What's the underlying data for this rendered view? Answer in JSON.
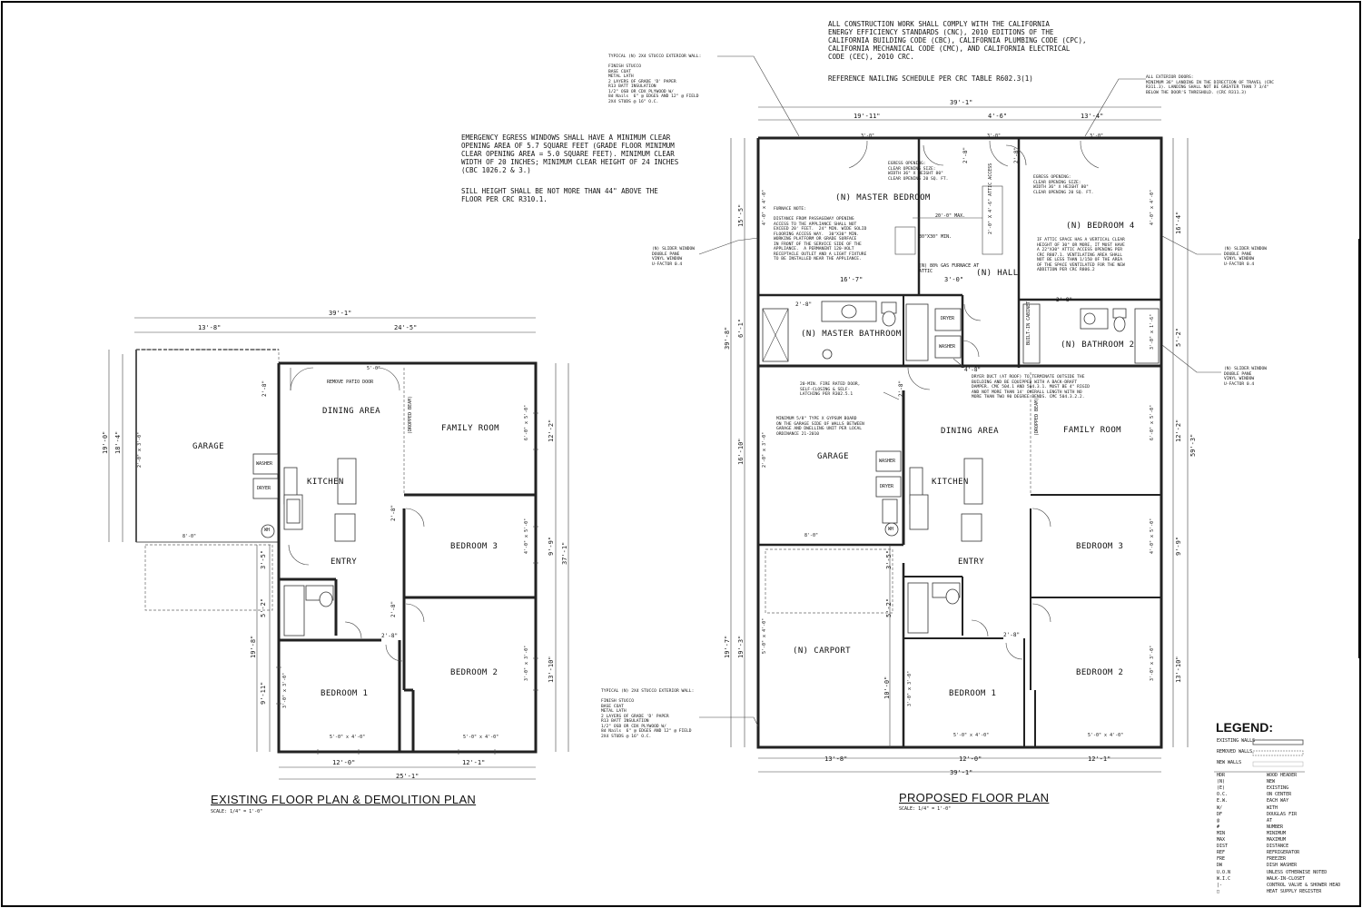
{
  "existing": {
    "title": "EXISTING FLOOR PLAN & DEMOLITION PLAN",
    "scale": "SCALE: 1/4\" = 1'-0\"",
    "rooms": {
      "garage": "GARAGE",
      "dining": "DINING AREA",
      "family": "FAMILY ROOM",
      "kitchen": "KITCHEN",
      "entry": "ENTRY",
      "bedroom3": "BEDROOM 3",
      "bedroom2": "BEDROOM 2",
      "bedroom1": "BEDROOM 1",
      "washer": "WASHER",
      "dryer": "DRYER",
      "wh": "WH",
      "soffit": "(DROPPED BEAM)",
      "remove_patio": "REMOVE PATIO DOOR"
    },
    "dims": {
      "top_overall": "39'-1\"",
      "top_left": "13'-8\"",
      "top_right": "24'-5\"",
      "bottom_left": "12'-0\"",
      "bottom_right": "12'-1\"",
      "bottom_overall": "25'-1\"",
      "left_a": "19'-0\"",
      "left_b": "18'-4\"",
      "left_c": "3'-5\"",
      "left_d": "5'-2\"",
      "left_e": "19'-8\"",
      "left_f": "9'-11\"",
      "right_a": "12'-2\"",
      "right_b": "9'-9\"",
      "right_c": "37'-1\"",
      "right_d": "13'-10\"",
      "door_a": "2'-8\"",
      "door_b": "2'-8\"",
      "door_c": "2'-8\"",
      "door_d": "2'-8\"",
      "door_e": "5'-0\"",
      "win_garage": "8'-0\"",
      "win_b1": "5'-0\" x 4'-0\"",
      "win_b2": "5'-0\" x 4'-0\"",
      "win_fr": "6'-0\" x 5'-0\"",
      "win_b3": "4'-0\" x 5'-0\"",
      "win_b2s": "3'-0\" x 3'-0\"",
      "win_b1s": "3'-0\" x 3'-0\"",
      "win_gar_side": "2'-0\" x 3'-0\""
    }
  },
  "proposed": {
    "title": "PROPOSED FLOOR PLAN",
    "scale": "SCALE: 1/4\" = 1'-0\"",
    "rooms": {
      "master_bedroom": "(N) MASTER BEDROOM",
      "bedroom4": "(N) BEDROOM 4",
      "hall": "(N) HALL",
      "master_bath": "(N) MASTER BATHROOM",
      "bathroom2": "(N) BATHROOM 2",
      "garage": "GARAGE",
      "dining": "DINING AREA",
      "family": "FAMILY ROOM",
      "kitchen": "KITCHEN",
      "entry": "ENTRY",
      "bedroom3": "BEDROOM 3",
      "bedroom2": "BEDROOM 2",
      "bedroom1": "BEDROOM 1",
      "carport": "(N) CARPORT",
      "washer": "WASHER",
      "dryer": "DRYER",
      "wh": "WH",
      "soffit": "(DROPPED BEAM)",
      "linen": "BUILT-IN CABINET",
      "attic": "2'-0\" X 4'-6\" ATTIC ACCESS",
      "furnace_dim": "20'-0\" MAX.",
      "platform": "30\"X30\" MIN.",
      "furnace": "(N) 80% GAS FURNACE AT ATTIC"
    },
    "dims": {
      "top_overall": "39'-1\"",
      "top_a": "19'-11\"",
      "top_b": "4'-6\"",
      "top_c": "13'-4\"",
      "mb_width": "16'-7\"",
      "hall_w": "3'-0\"",
      "bottom_a": "13'-8\"",
      "bottom_b": "12'-0\"",
      "bottom_c": "12'-1\"",
      "bottom_overall": "39'-1\"",
      "left_a": "15'-5\"",
      "left_b": "39'-8\"",
      "left_c": "6'-1\"",
      "left_d": "16'-10\"",
      "left_e": "19'-7\"",
      "left_f": "19'-3\"",
      "left_g": "3'-5\"",
      "left_h": "5'-2\"",
      "left_i": "10'-0\"",
      "right_a": "16'-4\"",
      "right_b": "5'-2\"",
      "right_c": "12'-2\"",
      "right_d": "59'-3\"",
      "right_e": "9'-9\"",
      "right_f": "13'-10\"",
      "d1": "2'-8\"",
      "d2": "2'-8\"",
      "d3": "2'-8\"",
      "d4": "2'-8\"",
      "d5": "2'-8\"",
      "d6": "4'-8\"",
      "d7": "3'-0\"",
      "d8": "3'-0\"",
      "d9": "3'-0\"",
      "d10": "2'-8\"",
      "win_mb": "4'-0\" x 4'-0\"",
      "win_b4": "4'-0\" x 4'-0\"",
      "win_ba2": "3'-0\" x 1'-6\"",
      "win_gar": "8'-0\"",
      "win_car": "5'-0\" x 4'-0\"",
      "win_b1": "5'-0\" x 4'-0\"",
      "win_b2": "5'-0\" x 4'-0\"",
      "win_b1s": "3'-0\" x 3'-0\"",
      "win_b2s": "3'-0\" x 3'-0\"",
      "win_b3": "4'-0\" x 5'-0\"",
      "win_fr": "6'-0\" x 5'-0\"",
      "win_gside": "2'-0\" x 3'-0\""
    }
  },
  "notes": {
    "code_compliance": "ALL CONSTRUCTION WORK SHALL COMPLY WITH THE CALIFORNIA\nENERGY EFFICIENCY STANDARDS (CNC), 2010 EDITIONS OF THE\nCALIFORNIA BUILDING CODE (CBC), CALIFORNIA PLUMBING CODE (CPC),\nCALIFORNIA MECHANICAL CODE (CMC), AND CALIFORNIA ELECTRICAL\nCODE (CEC), 2010 CRC.",
    "nailing": "REFERENCE NAILING SCHEDULE PER CRC TABLE R602.3(1)",
    "egress": "EMERGENCY EGRESS WINDOWS SHALL HAVE A MINIMUM CLEAR\nOPENING AREA OF 5.7 SQUARE FEET (GRADE FLOOR MINIMUM\nCLEAR OPENING AREA = 5.0 SQUARE FEET). MINIMUM CLEAR\nWIDTH OF 20 INCHES; MINIMUM CLEAR HEIGHT OF 24 INCHES\n(CBC 1026.2 & 3.)",
    "sill": "SILL HEIGHT SHALL BE NOT MORE THAN 44\" ABOVE THE\nFLOOR PER CRC R310.1.",
    "wall_top": "TYPICAL (N) 2X4 STUCCO EXTERIOR WALL:\n\nFINISH STUCCO\nBASE COAT\nMETAL LATH\n2 LAYERS OF GRADE 'D' PAPER\nR13 BATT INSULATION\n1/2\" OSB OR CDX PLYWOOD W/\n8d Nails  6\" @ EDGES AND 12\" @ FIELD\n2X4 STUDS @ 16\" O.C.",
    "wall_bottom": "TYPICAL (N) 2X4 STUCCO EXTERIOR WALL:\n\nFINISH STUCCO\nBASE COAT\nMETAL LATH\n2 LAYERS OF GRADE 'D' PAPER\nR13 BATT INSULATION\n1/2\" OSB OR CDX PLYWOOD W/\n8d Nails  6\" @ EDGES AND 12\" @ FIELD\n2X4 STUDS @ 16\" O.C.",
    "ext_doors": "ALL EXTERIOR DOORS:\nMINIMUM 36\" LANDING IN THE DIRECTION OF TRAVEL (CRC\nR311.3). LANDING SHALL NOT BE GREATER THAN 7 3/4\"\nBELOW THE DOOR'S THRESHOLD. (CRC R311.3)",
    "egress_mb": "EGRESS OPENING:\nCLEAR OPENING SIZE:\nWIDTH 36\" X HEIGHT 80\"\nCLEAR OPENING 20 SQ. FT.",
    "egress_b4": "EGRESS OPENING:\nCLEAR OPENING SIZE:\nWIDTH 36\" X HEIGHT 80\"\nCLEAR OPENING 20 SQ. FT.",
    "furnace": "FURNACE NOTE:\n\nDISTANCE FROM PASSAGEWAY OPENING\nACCESS TO THE APPLIANCE SHALL NOT\nEXCEED 20' FEET.  24\" MIN. WIDE SOLID\nFLOORING ACCESS WAY.  30\"X30\" MIN.\nWORKING PLATFORM OR GRADE SURFACE\nIN FRONT OF THE SERVICE SIDE OF THE\nAPPLIANCE.  A PERMANENT 120-VOLT\nRECEPTACLE OUTLET AND A LIGHT FIXTURE\nTO BE INSTALLED NEAR THE APPLIANCE.",
    "attic": "IF ATTIC SPACE HAS A VERTICAL CLEAR\nHEIGHT OF 30\" OR MORE, IT MUST HAVE\nA 22\"X30\" ATTIC ACCESS OPENING PER\nCRC R807.1. VENTILATING AREA SHALL\nNOT BE LESS THAN 1/150 OF THE AREA\nOF THE SPACE VENTILATED FOR THE NEW\nADDITION PER CRC R806.2",
    "window_l": "(N) SLIDER WINDOW\nDOUBLE PANE\nVINYL WINDOW\nU-FACTOR 0.4",
    "window_r1": "(N) SLIDER WINDOW\nDOUBLE PANE\nVINYL WINDOW\nU-FACTOR 0.4",
    "window_r2": "(N) SLIDER WINDOW\nDOUBLE PANE\nVINYL WINDOW\nU-FACTOR 0.4",
    "dryer": "DRYER DUCT (AT ROOF) TO TERMINATE OUTSIDE THE\nBUILDING AND BE EQUIPPED WITH A BACK-DRAFT\nDAMPER. CMC 504.1 AND 504.3.1. MUST BE 4\" RIGID\nAND NOT MORE THAN 14' OVERALL LENGTH WITH NO\nMORE THAN TWO 90 DEGREE BENDS. CMC 504.3.2.2.",
    "fire_door": "20-MIN. FIRE RATED DOOR,\nSELF-CLOSING & SELF-\nLATCHING PER R302.5.1",
    "gypsum": "MINIMUM 5/8\" TYPE X GYPSUM BOARD\nON THE GARAGE SIDE OF WALLS BETWEEN\nGARAGE AND DWELLING UNIT PER LOCAL\nORDINANCE 21-2010"
  },
  "legend": {
    "title": "LEGEND:",
    "lines": [
      "EXISTING WALLS",
      "REMOVED WALLS",
      "NEW WALLS"
    ],
    "abbr": [
      [
        "HDR",
        "WOOD HEADER"
      ],
      [
        "(N)",
        "NEW"
      ],
      [
        "(E)",
        "EXISTING"
      ],
      [
        "O.C.",
        "ON CENTER"
      ],
      [
        "E.W.",
        "EACH WAY"
      ],
      [
        "W/",
        "WITH"
      ],
      [
        "DF",
        "DOUGLAS FIR"
      ],
      [
        "@",
        "AT"
      ],
      [
        "#",
        "NUMBER"
      ],
      [
        "MIN",
        "MINIMUM"
      ],
      [
        "MAX",
        "MAXIMUM"
      ],
      [
        "DIST",
        "DISTANCE"
      ],
      [
        "REF",
        "REFRIGERATOR"
      ],
      [
        "FRE",
        "FREEZER"
      ],
      [
        "DW",
        "DISH WASHER"
      ],
      [
        "U.O.N",
        "UNLESS OTHERWISE NOTED"
      ],
      [
        "W.I.C",
        "WALK-IN-CLOSET"
      ],
      [
        "|-",
        "CONTROL VALVE & SHOWER HEAD"
      ],
      [
        "□",
        "HEAT SUPPLY REGISTER"
      ]
    ]
  }
}
